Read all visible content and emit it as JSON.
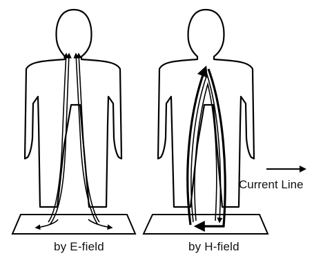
{
  "captions": {
    "e_field": "by E-field",
    "h_field": "by H-field"
  },
  "legend": {
    "label": "Current Line"
  },
  "colors": {
    "line": "#000000",
    "background": "#ffffff"
  }
}
